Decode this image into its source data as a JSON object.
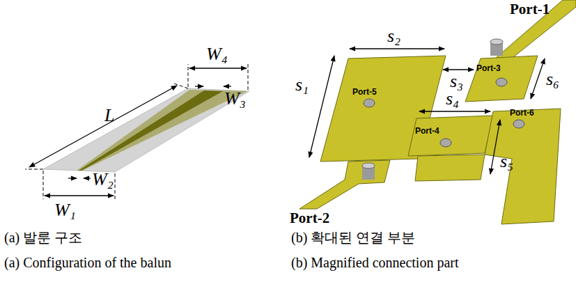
{
  "diagram": {
    "labels": [
      "L",
      "W₁",
      "W₂",
      "W₃",
      "W₄",
      "Port-1",
      "s₁",
      "s₂",
      "s₃",
      "s₆",
      "Port-3",
      "Port-5",
      "s₄",
      "Port-6",
      "Port-4",
      "s₅",
      "Port-2",
      "(a) 발룬 구조",
      "(b) 확대된 연결 부분",
      "(a) Configuration of the balun",
      "(b) Magnified connection part"
    ]
  }
}
